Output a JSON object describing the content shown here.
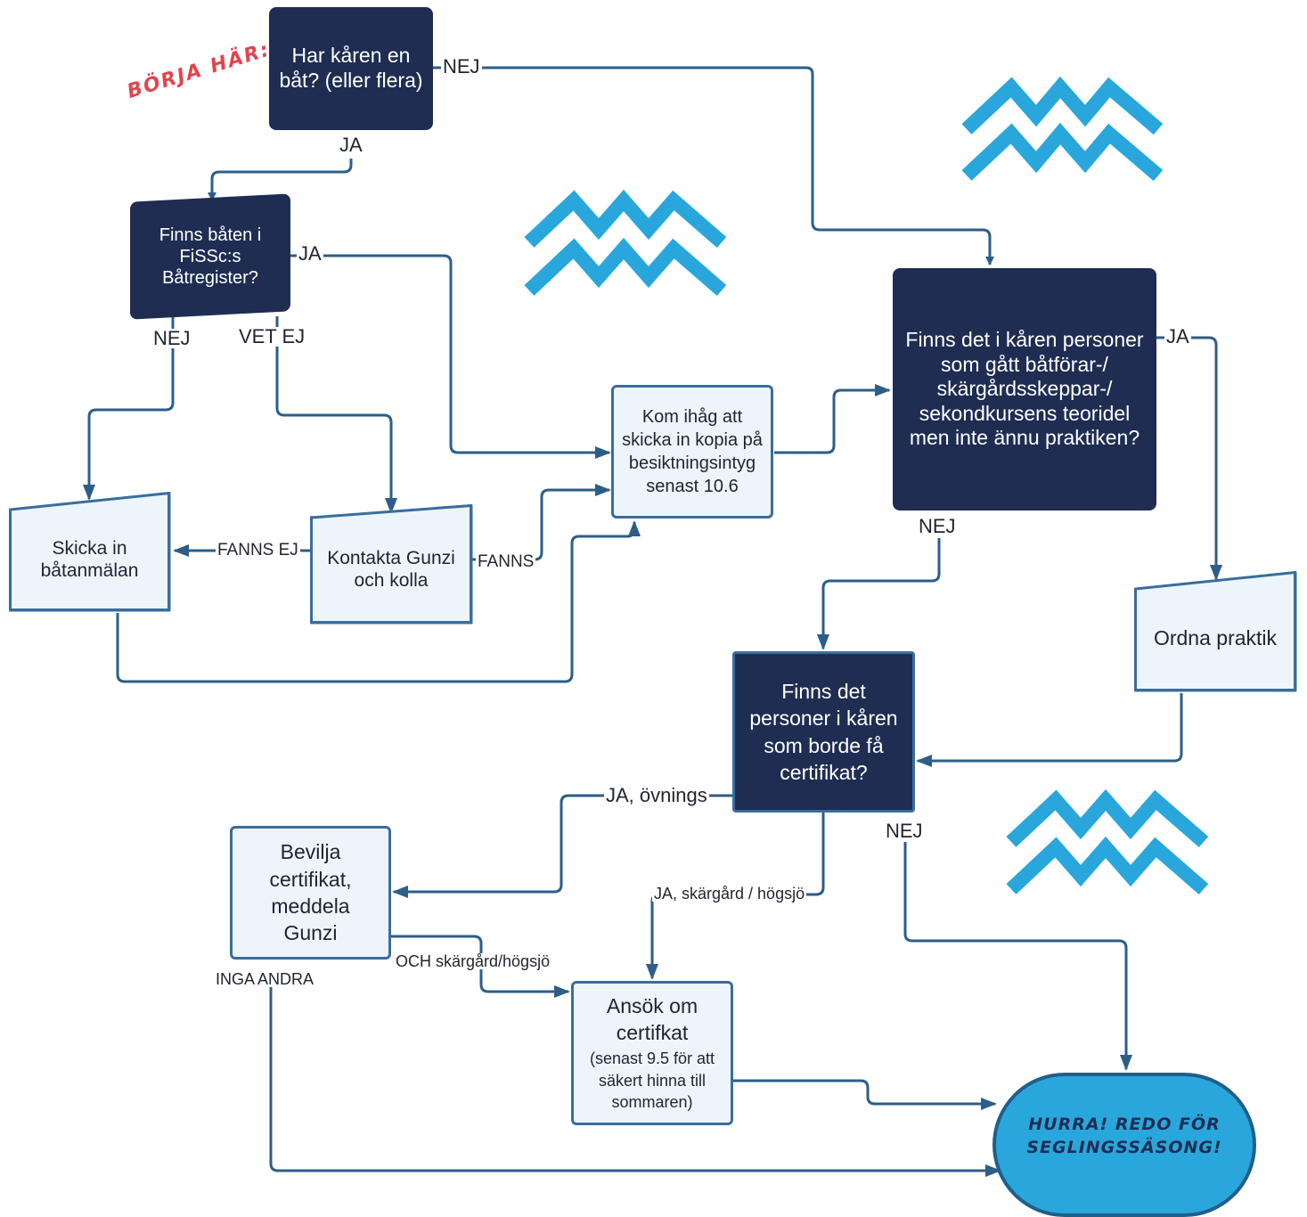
{
  "start_note": "BÖRJA HÄR:",
  "nodes": {
    "har_baat": "Har kåren en båt? (eller flera)",
    "finns_register": "Finns båten i FiSSc:s Båtregister?",
    "finns_personer_kurs": "Finns det i kåren personer som gått båtförar-/ skärgårdsskeppar-/ sekondkursens teoridel men inte ännu praktiken?",
    "kom_ihag": "Kom ihåg att skicka in kopia på besiktningsintyg senast 10.6",
    "skicka_in": "Skicka in båtanmälan",
    "kontakta_gunzi": "Kontakta Gunzi och kolla",
    "ordna_praktik": "Ordna praktik",
    "finns_certifikat": "Finns det personer i kåren som borde få certifikat?",
    "bevilja": "Bevilja certifikat, meddela Gunzi",
    "ansok_title": "Ansök om certifkat",
    "ansok_note": "(senast 9.5 för att säkert hinna till sommaren)",
    "end_line1": "HURRA! REDO FÖR",
    "end_line2": "SEGLINGSSÄSONG!"
  },
  "edge_labels": {
    "nej_top": "NEJ",
    "ja_top": "JA",
    "ja_register": "JA",
    "nej_register": "NEJ",
    "vet_ej": "VET EJ",
    "fanns_ej": "FANNS EJ",
    "fanns": "FANNS",
    "ja_kurs": "JA",
    "nej_kurs": "NEJ",
    "ja_ovnings": "JA, övnings",
    "ja_skargard": "JA, skärgård / högsjö",
    "nej_cert": "NEJ",
    "och_skargard": "OCH skärgård/högsjö",
    "inga_andra": "INGA ANDRA"
  },
  "colors": {
    "dark_box": "#1f2d52",
    "light_box": "#edf5fb",
    "border": "#3a6d9c",
    "arrow": "#2c5e88",
    "wave": "#29a7dc",
    "start_note": "#e0454f",
    "end_fill": "#29a7dc"
  },
  "decorations": [
    "wave-icon",
    "wave-icon",
    "wave-icon"
  ]
}
